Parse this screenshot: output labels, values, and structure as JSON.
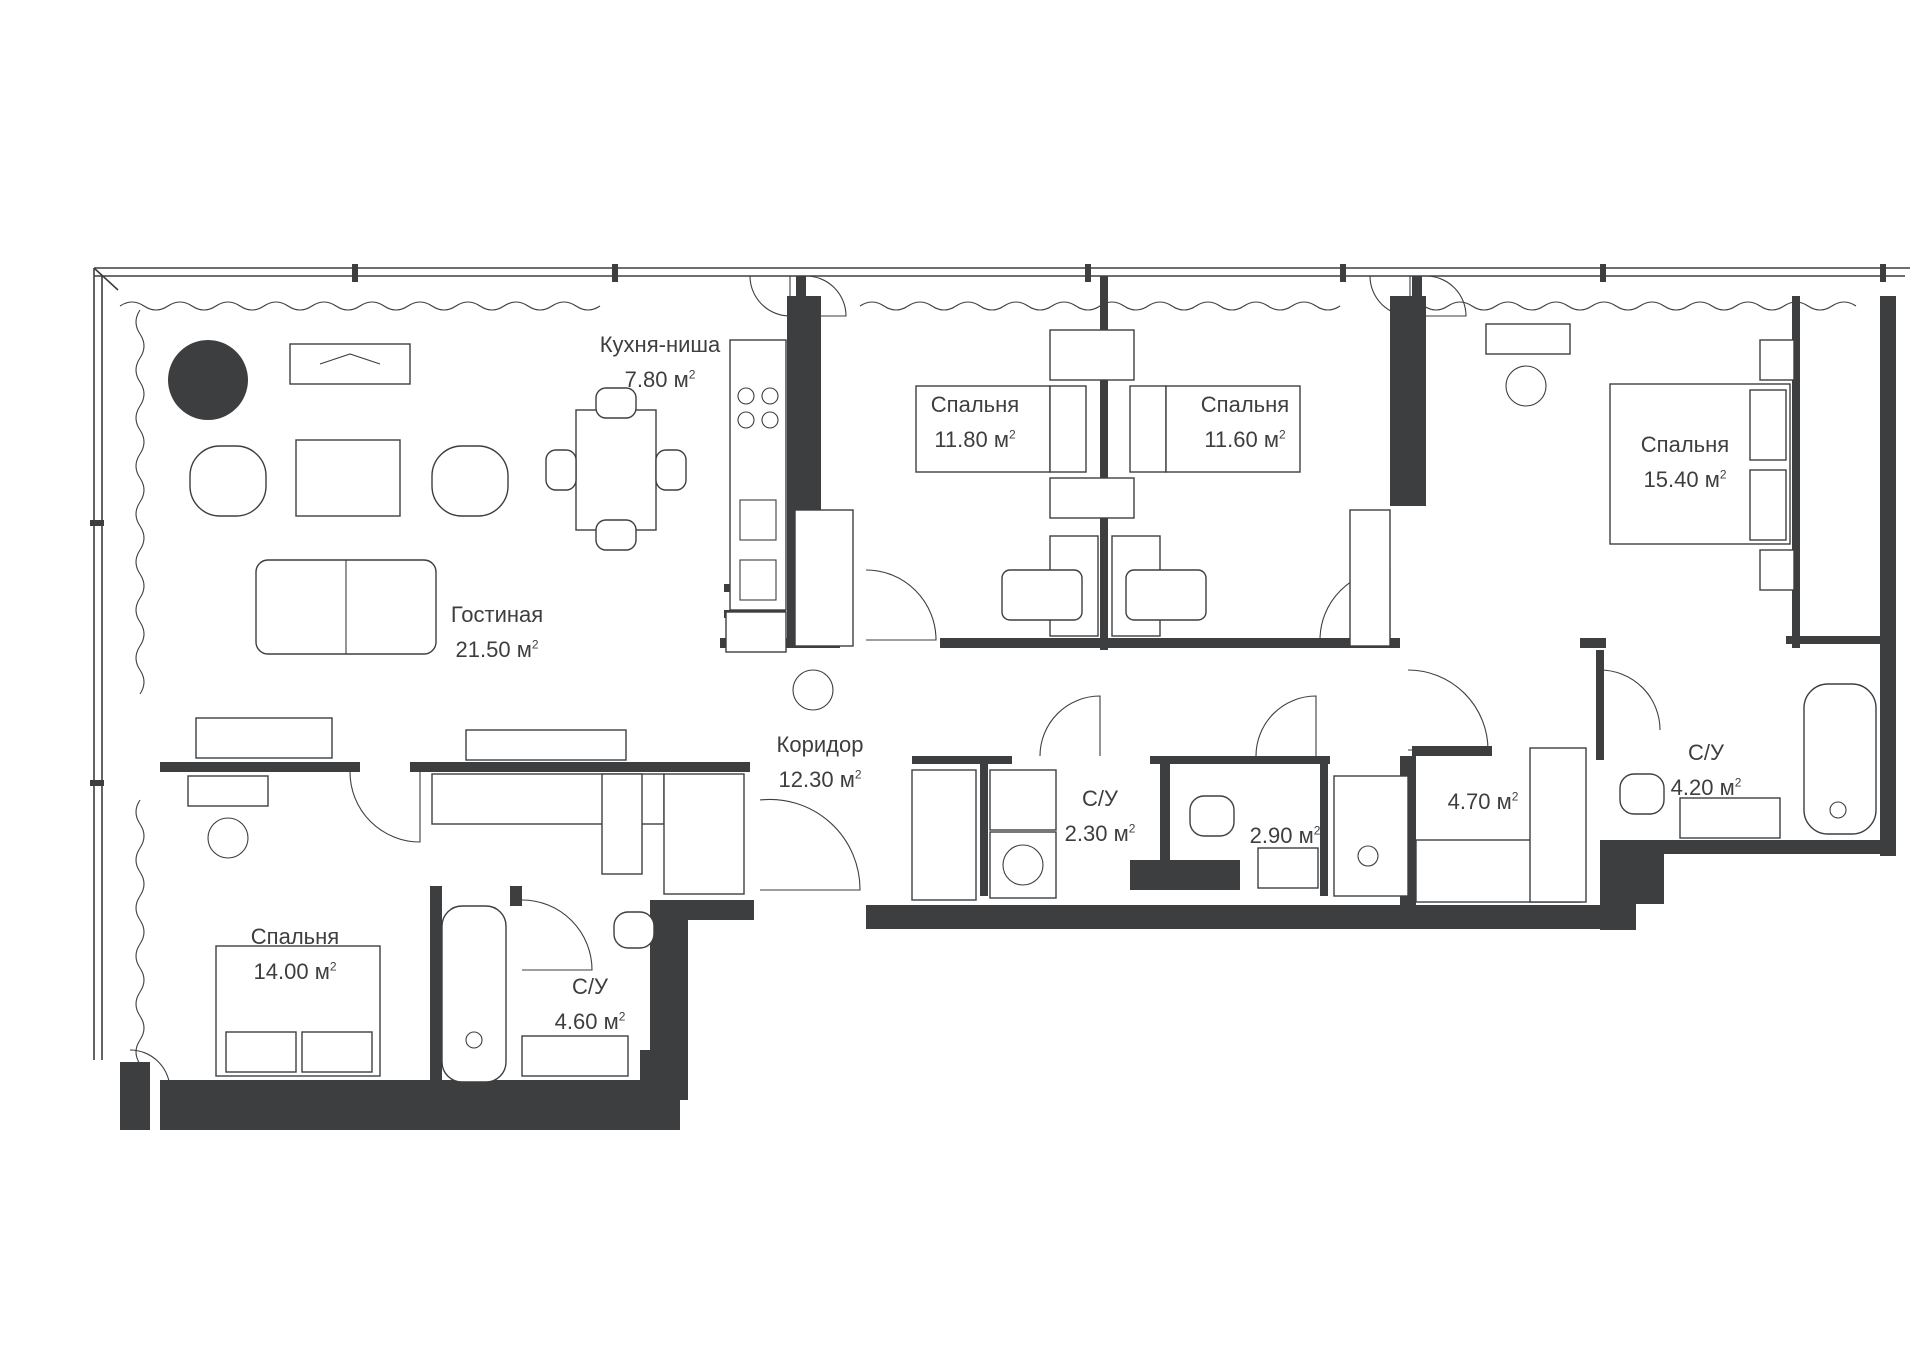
{
  "floor_plan": {
    "colors": {
      "wall": "#3d3e40",
      "background": "#ffffff"
    },
    "area_unit": "м",
    "rooms": [
      {
        "id": "kitchen",
        "name": "Кухня-ниша",
        "area": "7.80"
      },
      {
        "id": "living",
        "name": "Гостиная",
        "area": "21.50"
      },
      {
        "id": "bedroom-1",
        "name": "Спальня",
        "area": "11.80"
      },
      {
        "id": "bedroom-2",
        "name": "Спальня",
        "area": "11.60"
      },
      {
        "id": "bedroom-3",
        "name": "Спальня",
        "area": "15.40"
      },
      {
        "id": "bedroom-4",
        "name": "Спальня",
        "area": "14.00"
      },
      {
        "id": "corridor",
        "name": "Коридор",
        "area": "12.30"
      },
      {
        "id": "bath-1",
        "name": "С/У",
        "area": "4.60"
      },
      {
        "id": "bath-2",
        "name": "С/У",
        "area": "2.30"
      },
      {
        "id": "bath-3",
        "name": "",
        "area": "2.90"
      },
      {
        "id": "closet",
        "name": "",
        "area": "4.70"
      },
      {
        "id": "bath-4",
        "name": "С/У",
        "area": "4.20"
      }
    ]
  }
}
